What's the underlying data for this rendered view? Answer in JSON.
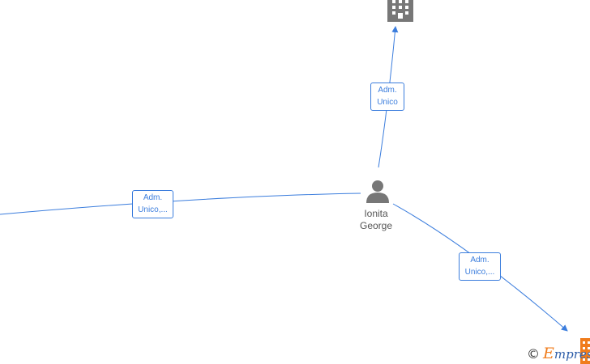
{
  "nodes": {
    "person": {
      "name_line1": "Ionita",
      "name_line2": "George",
      "icon": "person-icon"
    },
    "company_top": {
      "icon": "building-icon"
    },
    "company_bottom_right": {
      "icon": "building-icon"
    }
  },
  "edges": {
    "to_top": {
      "line1": "Adm.",
      "line2": "Unico"
    },
    "to_left": {
      "line1": "Adm.",
      "line2": "Unico,..."
    },
    "to_bottom_right": {
      "line1": "Adm.",
      "line2": "Unico,..."
    }
  },
  "colors": {
    "edge": "#3b7ddd",
    "icon": "#777777",
    "highlight": "#f07c1c"
  },
  "footer": {
    "copyright_symbol": "©",
    "brand_letter": "E",
    "brand_rest": "mpresa"
  }
}
